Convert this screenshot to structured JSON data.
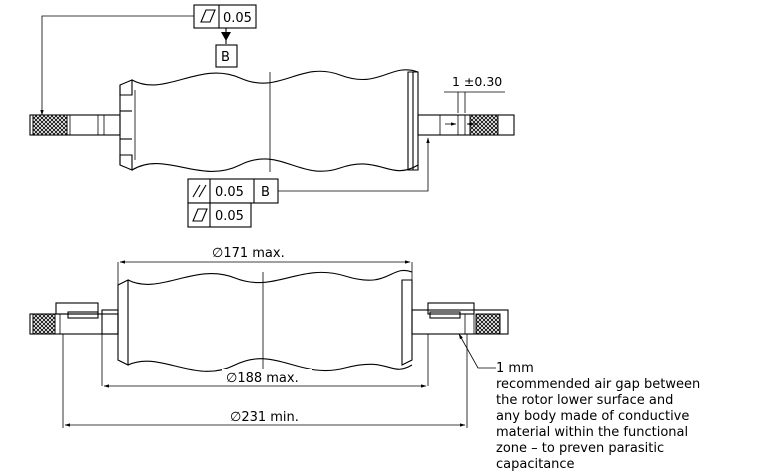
{
  "top_view": {
    "flatness_frame": {
      "symbol": "flatness",
      "tolerance": "0.05"
    },
    "datum_label": "B",
    "dim_right": "1 ±0.30",
    "parallelism_frame": {
      "symbol": "parallelism",
      "tolerance": "0.05",
      "datum": "B"
    },
    "flatness_frame_lower": {
      "symbol": "flatness",
      "tolerance": "0.05"
    }
  },
  "bottom_view": {
    "dim_top": "∅171 max.",
    "dim_mid": "∅188 max.",
    "dim_bottom": "∅231 min.",
    "note": {
      "value": "1 mm",
      "lines": [
        "recommended air gap between",
        "the rotor lower surface and",
        "any body made of conductive",
        "material within the functional",
        "zone – to preven parasitic",
        "capacitance"
      ]
    }
  }
}
